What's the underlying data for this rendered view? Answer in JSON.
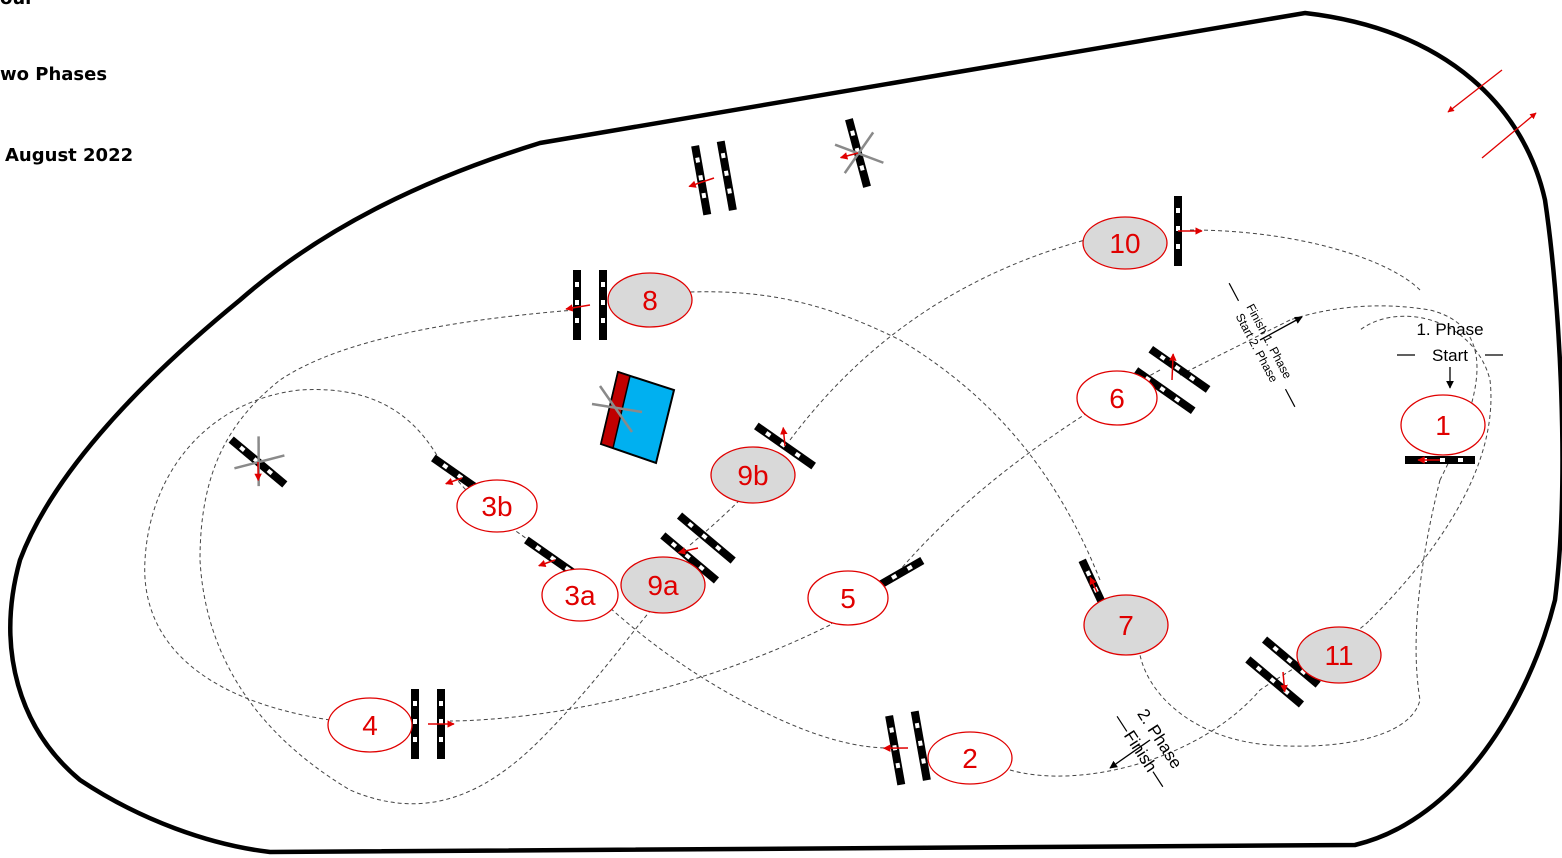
{
  "header": {
    "line1": "our",
    "line2": "wo Phases",
    "line3": "August 2022"
  },
  "colors": {
    "accent": "#e00000",
    "fence_fill": "#d9d9d9",
    "water": "#00b0f0",
    "water_edge": "#c00000",
    "arena_border": "#000000"
  },
  "obstacles": [
    {
      "label": "1",
      "style": "outline"
    },
    {
      "label": "2",
      "style": "outline"
    },
    {
      "label": "3a",
      "style": "outline"
    },
    {
      "label": "3b",
      "style": "outline"
    },
    {
      "label": "4",
      "style": "outline"
    },
    {
      "label": "5",
      "style": "outline"
    },
    {
      "label": "6",
      "style": "outline"
    },
    {
      "label": "7",
      "style": "filled"
    },
    {
      "label": "8",
      "style": "filled"
    },
    {
      "label": "9a",
      "style": "filled"
    },
    {
      "label": "9b",
      "style": "filled"
    },
    {
      "label": "10",
      "style": "filled"
    },
    {
      "label": "11",
      "style": "filled"
    }
  ],
  "phase_labels": {
    "start_phase": "1. Phase",
    "start": "Start",
    "finish_phase1": "Finish 1. Phase",
    "start_phase2": "Start 2. Phase",
    "finish_phase": "2. Phase",
    "finish": "Finish"
  }
}
